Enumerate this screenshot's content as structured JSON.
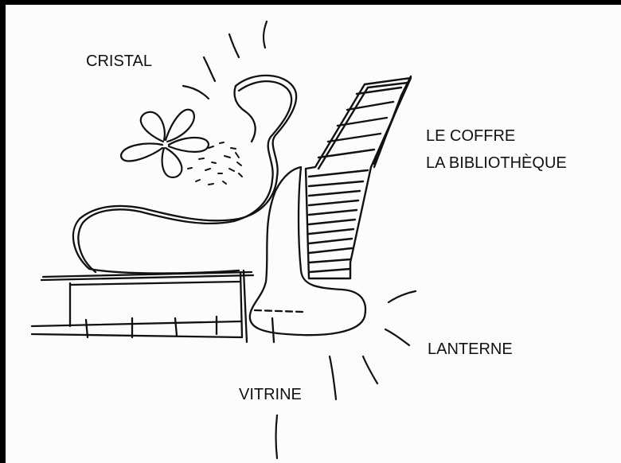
{
  "labels": {
    "cristal": "CRISTAL",
    "coffre": "LE COFFRE",
    "bibliotheque": "LA BIBLIOTHÈQUE",
    "lanterne": "LANTERNE",
    "vitrine": "VITRINE"
  },
  "colors": {
    "background": "#000000",
    "paper": "#fcfcfc",
    "ink": "#111111"
  }
}
